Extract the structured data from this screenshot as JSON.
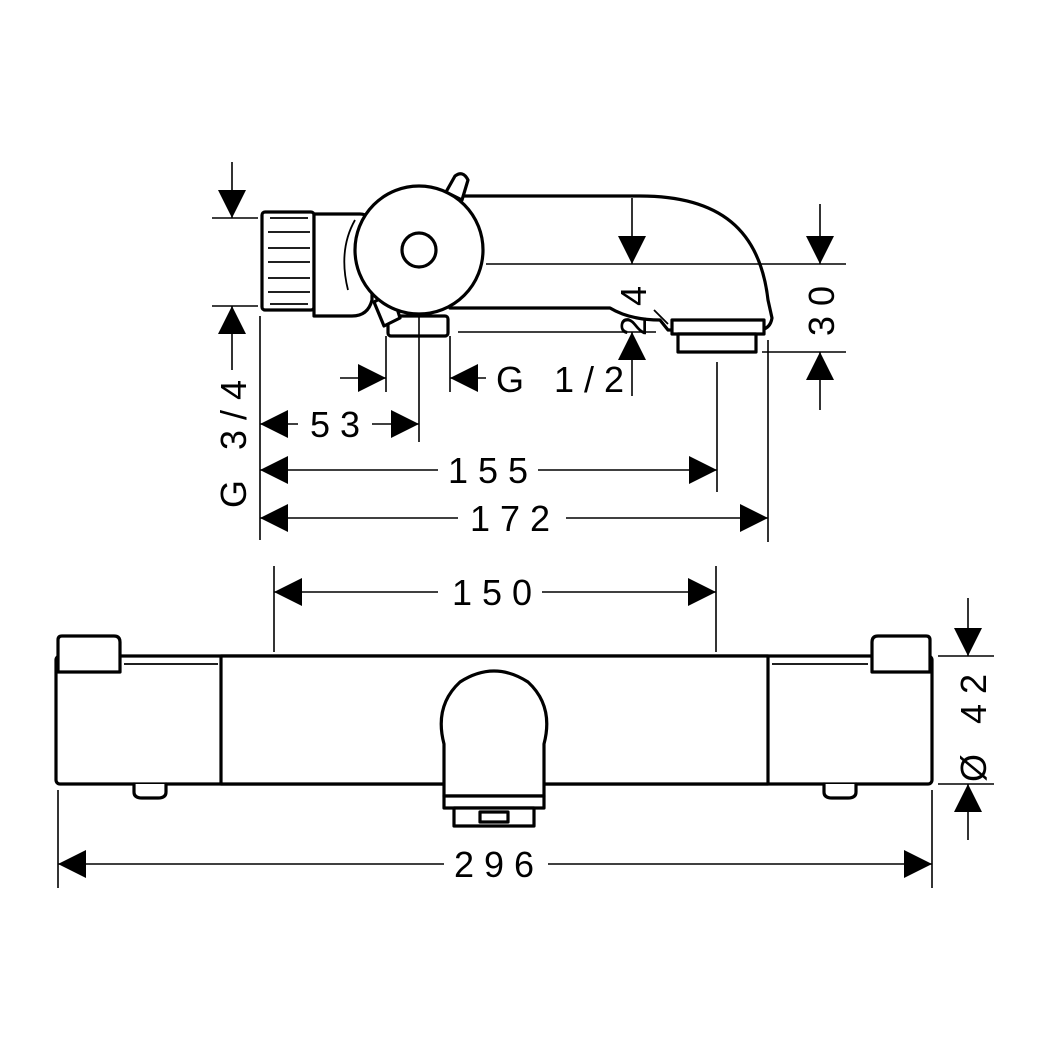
{
  "colors": {
    "line": "#000000",
    "background": "#ffffff"
  },
  "side_view": {
    "dim_connection_thread": "G 3/4",
    "dim_outlet_thread": "G 1/2",
    "dim_outlet_axis": "53",
    "dim_spout_outlet": "155",
    "dim_overall_depth": "172",
    "dim_spout_height": "24",
    "dim_outlet_height": "30"
  },
  "front_view": {
    "dim_valve_centers": "150",
    "dim_body_diameter": "Ø 42",
    "dim_overall_width": "296"
  }
}
